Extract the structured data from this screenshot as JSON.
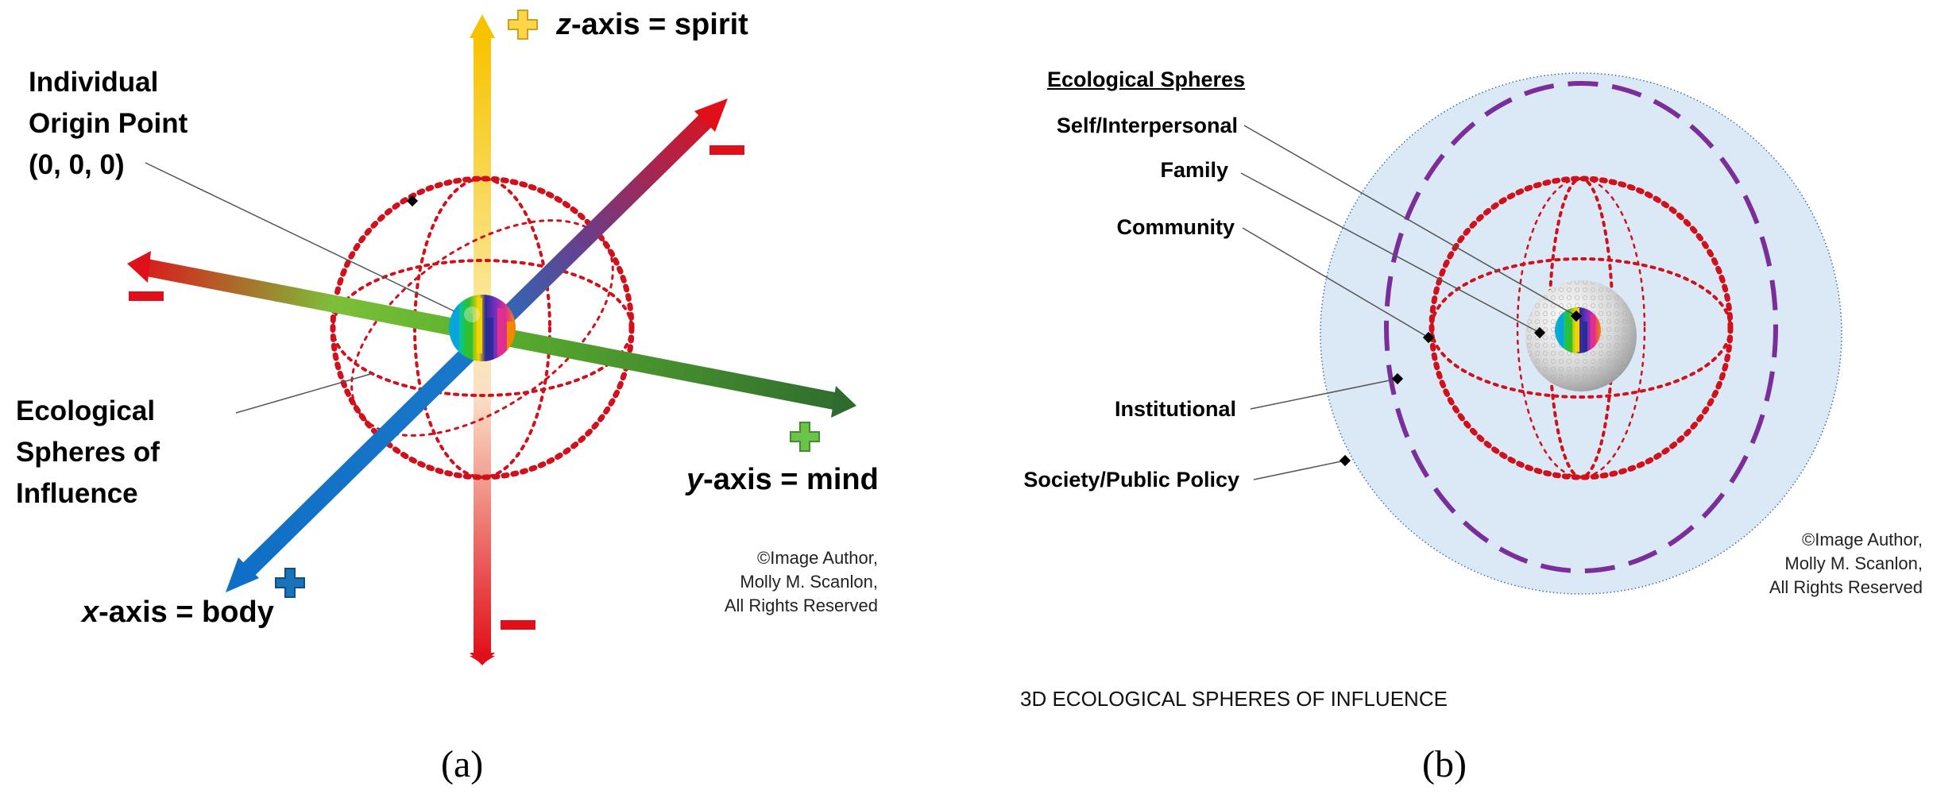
{
  "panel_a": {
    "tag": "(a)",
    "z_axis_prefix": "z",
    "z_axis_rest": "-axis = spirit",
    "y_axis_prefix": "y",
    "y_axis_rest": "-axis = mind",
    "x_axis_prefix": "x",
    "x_axis_rest": "-axis = body",
    "origin_label": [
      "Individual",
      "Origin Point",
      "(0, 0, 0)"
    ],
    "spheres_label": [
      "Ecological",
      "Spheres of",
      "Influence"
    ],
    "copyright": [
      "©Image Author,",
      "Molly M. Scanlon,",
      "All Rights Reserved"
    ],
    "colors": {
      "z_positive": "#f7c600",
      "y_positive": "#2e6b2e",
      "x_positive": "#0f6fc6",
      "negative": "#e0101a",
      "sphere_dots": "#d0101a",
      "plus_yellow": "#ffd54a",
      "plus_green": "#6cc24a",
      "plus_blue": "#1a72b8"
    }
  },
  "panel_b": {
    "tag": "(b)",
    "heading": "Ecological Spheres",
    "levels": [
      "Self/Interpersonal",
      "Family",
      "Community",
      "Institutional",
      "Society/Public Policy"
    ],
    "copyright": [
      "©Image Author,",
      "Molly M. Scanlon,",
      "All Rights Reserved"
    ],
    "caption": "3D ECOLOGICAL SPHERES OF INFLUENCE",
    "colors": {
      "society_fill": "#dbe9f6",
      "institutional_dash": "#7b2d9a",
      "community_dots": "#d0101a"
    }
  }
}
